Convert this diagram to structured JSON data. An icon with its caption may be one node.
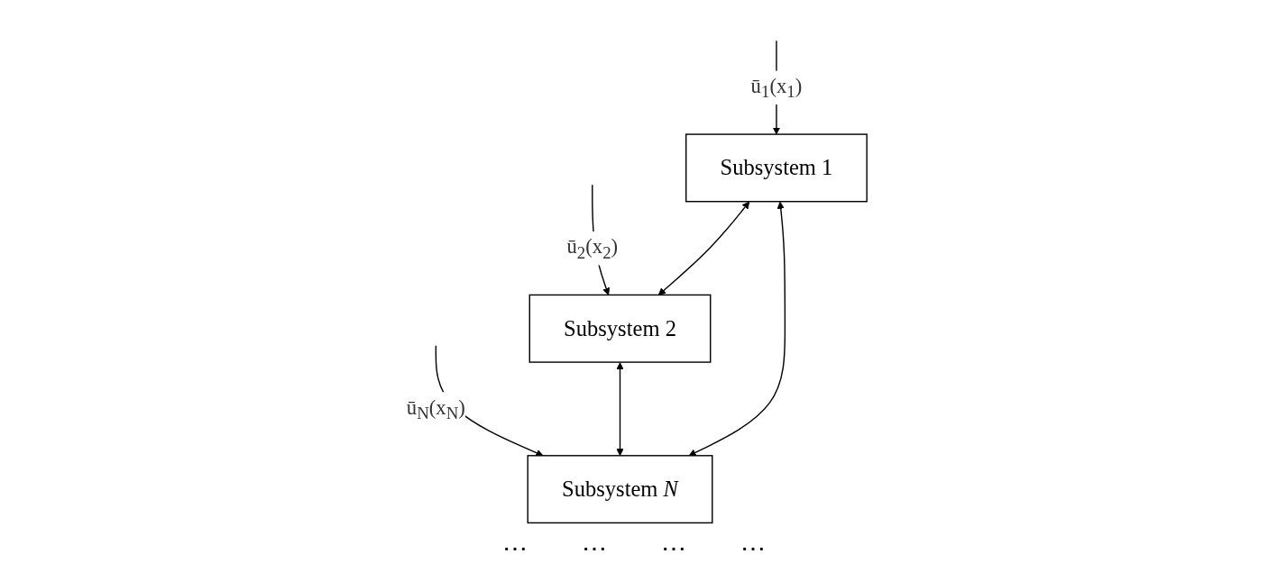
{
  "diagram": {
    "nodes": [
      {
        "text": [
          "Subsystem 1"
        ]
      },
      {
        "text": [
          "Subsystem 2"
        ]
      },
      {
        "text": [
          "Subsystem *N*"
        ]
      }
    ],
    "edges": [
      {
        "from": null,
        "to": 0,
        "arrow": "to",
        "label": "ū$_{1}$(x$_{1}$)"
      },
      {
        "from": null,
        "to": 1,
        "arrow": "to",
        "label": "ū$_{2}$(x$_{2}$)"
      },
      {
        "from": null,
        "to": 2,
        "arrow": "to",
        "label": "ū$_{N}$(x$_{N}$)"
      },
      {
        "from": 0,
        "to": 1,
        "arrow": "both"
      },
      {
        "from": 1,
        "to": 2,
        "arrow": "both"
      },
      {
        "from": 0,
        "to": 2,
        "arrow": "both"
      }
    ],
    "labels": [
      "⋯",
      "⋯",
      "⋯",
      "⋯"
    ]
  }
}
